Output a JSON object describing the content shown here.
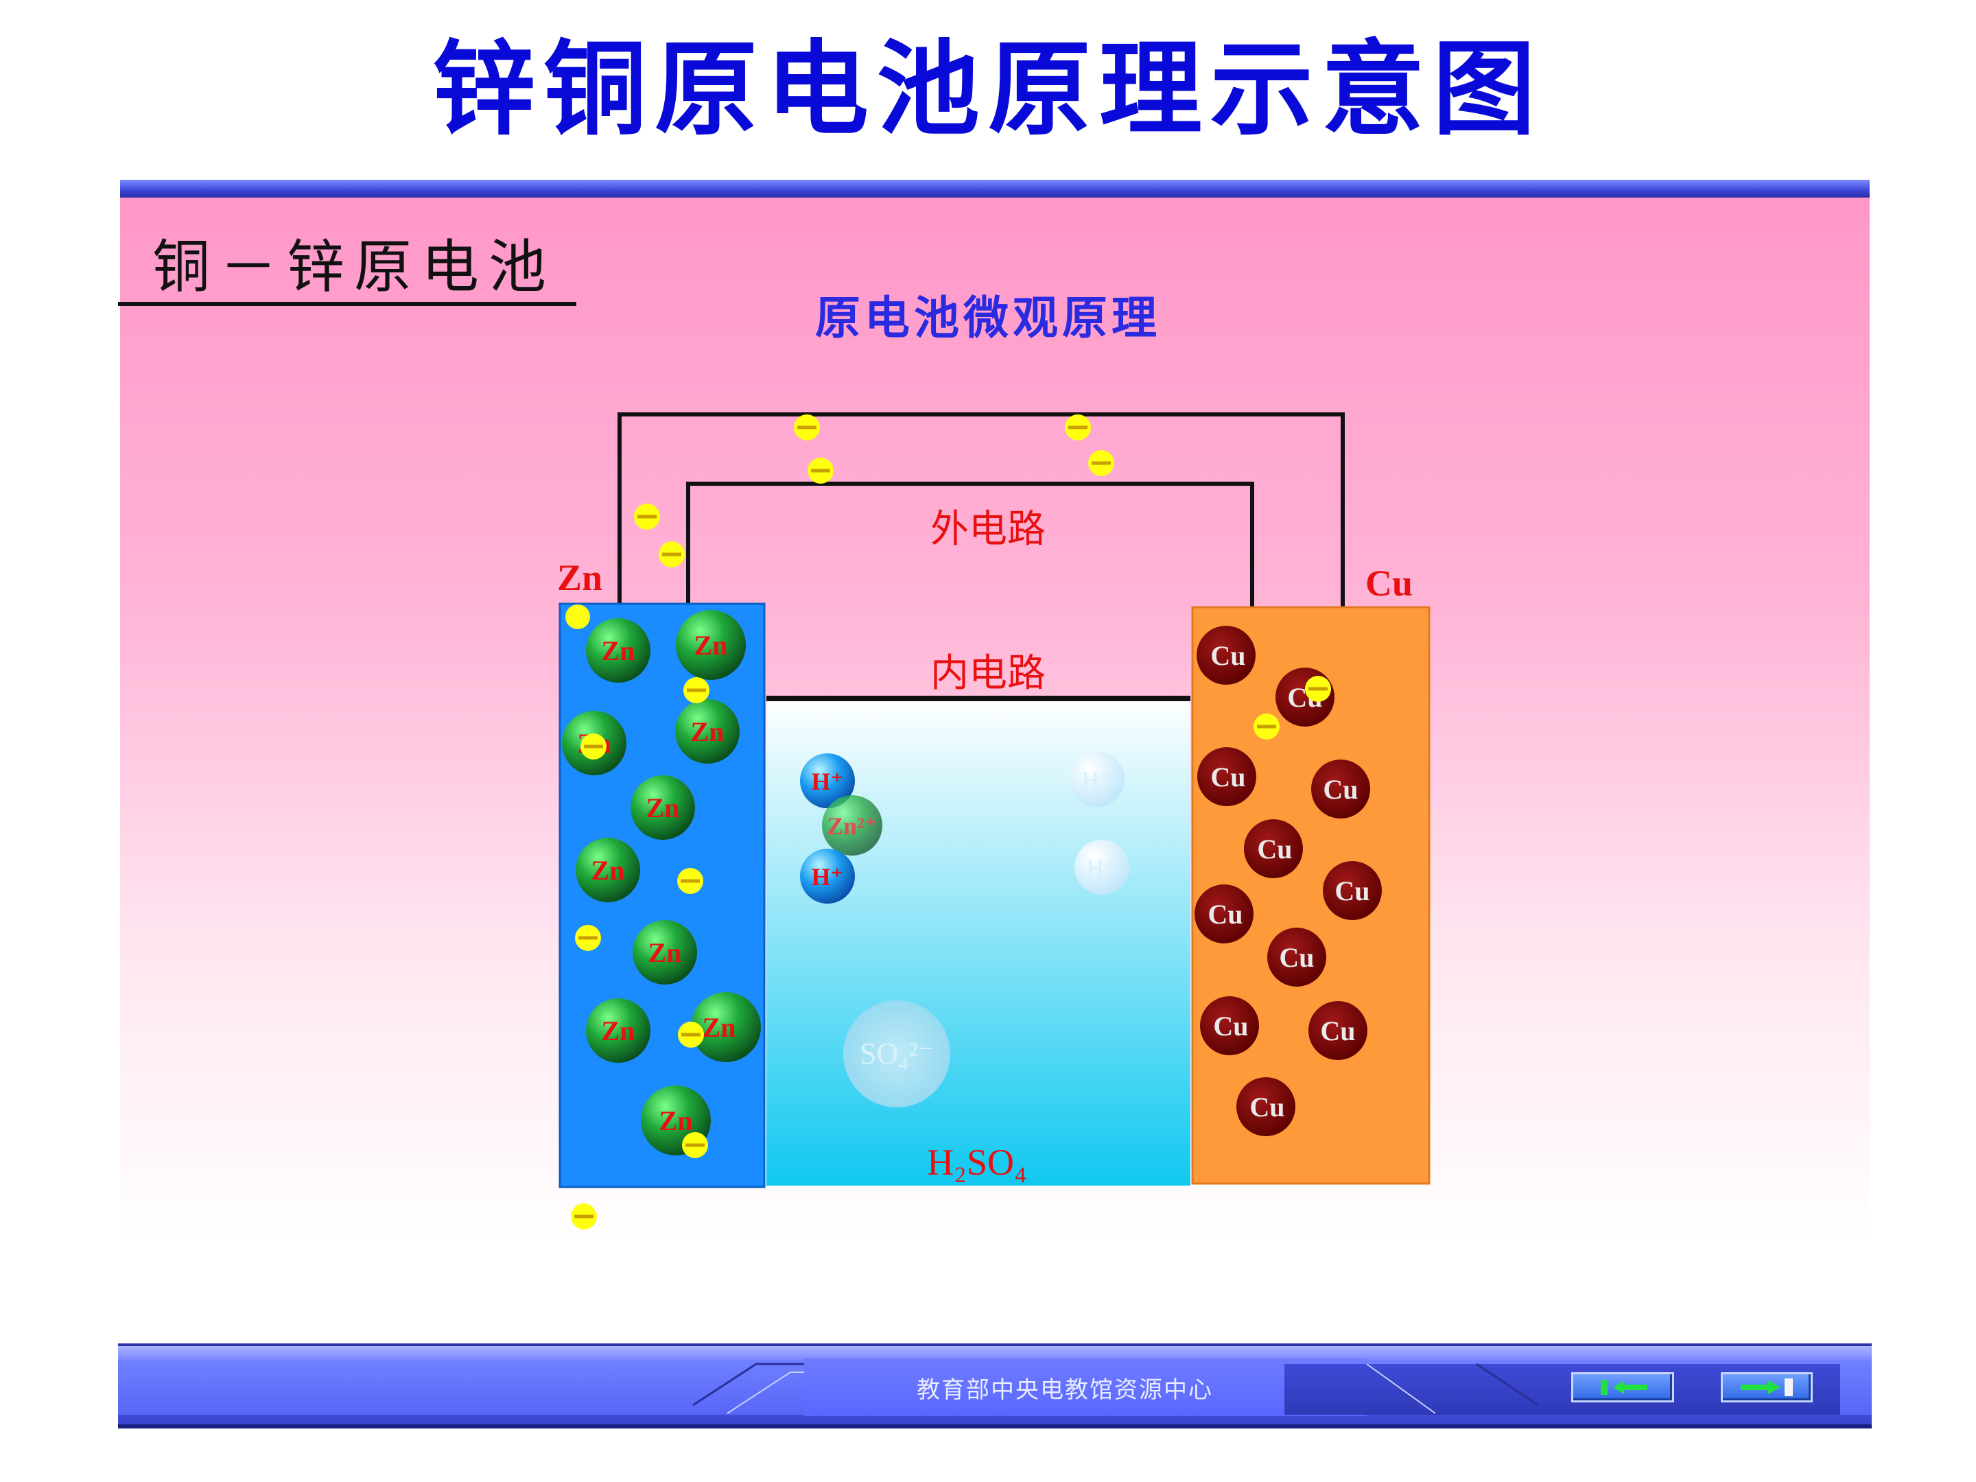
{
  "title": "锌铜原电池原理示意图",
  "slide_heading": "铜－锌原电池",
  "subtitle": "原电池微观原理",
  "labels": {
    "external_circuit": "外电路",
    "internal_circuit": "内电路",
    "zn_electrode": "Zn",
    "cu_electrode": "Cu",
    "electrolyte": "H₂SO₄"
  },
  "particles": {
    "zn_atom": "Zn",
    "cu_atom": "Cu",
    "zn_ion": "Zn²⁺",
    "h_ion": "H⁺",
    "sulfate_ion": "SO₄²⁻"
  },
  "footer": {
    "org_text": "教育部中央电教馆资源中心",
    "back_icon": "back-arrow-icon",
    "forward_icon": "forward-arrow-icon"
  },
  "colors": {
    "title": "#0a0ad8",
    "zn_electrode": "#1a8cff",
    "cu_electrode": "#ff9a3a",
    "electron": "#ffff00",
    "label_red": "#e81010"
  }
}
